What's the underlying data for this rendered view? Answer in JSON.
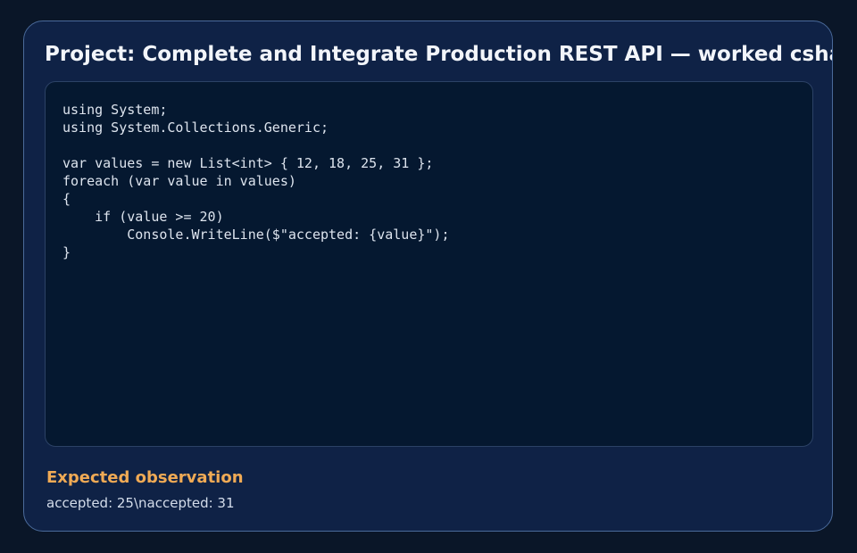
{
  "card": {
    "title": "Project: Complete and Integrate Production REST API — worked csharp example"
  },
  "code": {
    "language": "csharp",
    "source": "using System;\nusing System.Collections.Generic;\n\nvar values = new List<int> { 12, 18, 25, 31 };\nforeach (var value in values)\n{\n    if (value >= 20)\n        Console.WriteLine($\"accepted: {value}\");\n}"
  },
  "observation": {
    "heading": "Expected observation",
    "value": "accepted: 25\\naccepted: 31"
  },
  "colors": {
    "page_background": "#0a1628",
    "card_background": "#0f2246",
    "card_border": "#4a6a9a",
    "code_background": "#051830",
    "title_text": "#f2f5fa",
    "code_text": "#dde4ee",
    "accent_heading": "#f0aa55",
    "body_text": "#d3dcea"
  }
}
